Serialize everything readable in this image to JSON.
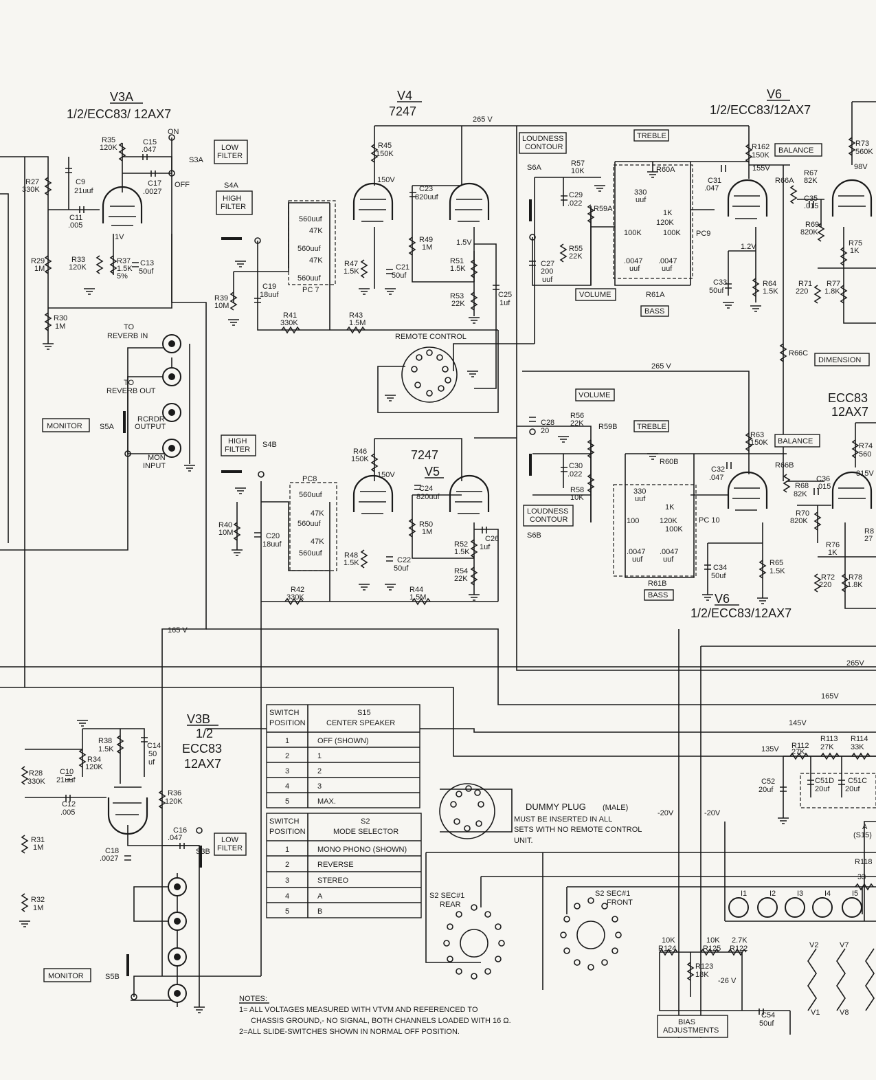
{
  "tubes": {
    "v3a": {
      "name": "V3A",
      "type": "1/2/ECC83/ 12AX7"
    },
    "v4": {
      "name": "V4",
      "type": "7247"
    },
    "v6_top": {
      "name": "V6",
      "type": "1/2/ECC83/12AX7"
    },
    "v5": {
      "name": "V5",
      "type": "7247"
    },
    "v6_bottom": {
      "name": "V6",
      "type": "1/2/ECC83/12AX7"
    },
    "v3b": {
      "name": "V3B",
      "line1": "1/2",
      "line2": "ECC83",
      "line3": "12AX7"
    },
    "right": {
      "line1": "ECC83",
      "line2": "12AX7"
    }
  },
  "boxes": {
    "low_filter_a": [
      "LOW",
      "FILTER"
    ],
    "high_filter_a": [
      "HIGH",
      "FILTER"
    ],
    "high_filter_b": [
      "HIGH",
      "FILTER"
    ],
    "low_filter_b": [
      "LOW",
      "FILTER"
    ],
    "loudness_a": [
      "LOUDNESS",
      "CONTOUR"
    ],
    "loudness_b": [
      "LOUDNESS",
      "CONTOUR"
    ],
    "treble_a": "TREBLE",
    "treble_b": "TREBLE",
    "volume_a": "VOLUME",
    "volume_b": "VOLUME",
    "bass_a": "BASS",
    "bass_b": "BASS",
    "balance_a": "BALANCE",
    "balance_b": "BALANCE",
    "dimension": "DIMENSION",
    "monitor_a": "MONITOR",
    "monitor_b": "MONITOR",
    "bias": [
      "BIAS",
      "ADJUSTMENTS"
    ]
  },
  "voltages": {
    "v265a": "265 V",
    "v265b": "265 V",
    "v265c": "265V",
    "v165a": "165 V",
    "v165b": "165V",
    "v145": "145V",
    "v135": "135V",
    "v150a": "150V",
    "v150b": "150V",
    "v155": "155V",
    "v98": "98V",
    "v315": "315V",
    "v15": "1.5V",
    "v12": "1.2V",
    "v1": "1V",
    "m20a": "-20V",
    "m20b": "-20V",
    "m26": "-26 V"
  },
  "labels": {
    "r35": [
      "R35",
      "120K"
    ],
    "c15": [
      "C15",
      ".047"
    ],
    "c17": [
      "C17",
      ".0027"
    ],
    "s3a": "S3A",
    "on_a": "ON",
    "off_a": "OFF",
    "r27": [
      "R27",
      "330K"
    ],
    "c9": [
      "C9",
      "21uuf"
    ],
    "c11": [
      "C11",
      ".005"
    ],
    "r29": [
      "R29",
      "1M"
    ],
    "r33": [
      "R33",
      "120K"
    ],
    "r37": [
      "R37",
      "1.5K",
      "5%"
    ],
    "c13": [
      "C13",
      "50uf"
    ],
    "r30": [
      "R30",
      "1M"
    ],
    "s4a": "S4A",
    "r39": [
      "R39",
      "10M"
    ],
    "c19": [
      "C19",
      "18uuf"
    ],
    "pc7": "PC 7",
    "r41": [
      "R41",
      "330K"
    ],
    "r43": [
      "R43",
      "1.5M"
    ],
    "pc7_parts": [
      "560uuf",
      "47K",
      "560uuf",
      "47K",
      "560uuf"
    ],
    "r45": [
      "R45",
      "150K"
    ],
    "c23": [
      "C23",
      "820uuf"
    ],
    "r49": [
      "R49",
      "1M"
    ],
    "r47": [
      "R47",
      "1.5K"
    ],
    "c21": [
      "C21",
      "50uf"
    ],
    "r51": [
      "R51",
      "1.5K"
    ],
    "r53": [
      "R53",
      "22K"
    ],
    "c25": [
      "C25",
      "1uf"
    ],
    "remote": "REMOTE CONTROL",
    "to_rev_in": [
      "TO",
      "REVERB IN"
    ],
    "to_rev_out": [
      "TO",
      "REVERB OUT"
    ],
    "rcrdr": [
      "RCRDR",
      "OUTPUT"
    ],
    "mon_in": [
      "MON",
      "INPUT"
    ],
    "s5a": "S5A",
    "s5b": "S5B",
    "s6a": "S6A",
    "s6b": "S6B",
    "r57": [
      "R57",
      "10K"
    ],
    "c29": [
      "C29",
      ".022"
    ],
    "r59a": "R59A",
    "r55": [
      "R55",
      "22K"
    ],
    "c27": [
      "C27",
      "200",
      "uuf"
    ],
    "r60a": "R60A",
    "r61a": "R61A",
    "pc9": "PC9",
    "pc10": "PC 10",
    "c31": [
      "C31",
      ".047"
    ],
    "r162": [
      "R162",
      "150K"
    ],
    "r66a": "R66A",
    "r67": [
      "R67",
      "82K"
    ],
    "c35": [
      "C35",
      ".015"
    ],
    "r69": [
      "R69",
      "820K"
    ],
    "c33": [
      "C33",
      "50uf"
    ],
    "r64": [
      "R64",
      "1.5K"
    ],
    "r73": [
      "R73",
      "560K"
    ],
    "r75": [
      "R75",
      "1K"
    ],
    "r71": [
      "R71",
      "220"
    ],
    "r77": [
      "R77",
      "1.8K"
    ],
    "r66c": "R66C",
    "pc9_parts": [
      "330",
      "uuf",
      "1K",
      "120K",
      "100K",
      "100K",
      ".0047",
      "uuf",
      ".0047",
      "uuf"
    ],
    "c28": [
      "C28",
      "20"
    ],
    "r56": [
      "R56",
      "22K"
    ],
    "r59b": "R59B",
    "c30": [
      "C30",
      ".022"
    ],
    "r58": [
      "R58",
      "10K"
    ],
    "r60b": "R60B",
    "r61b": "R61B",
    "r63": [
      "R63",
      "150K"
    ],
    "c32": [
      "C32",
      ".047"
    ],
    "r66b": "R66B",
    "r68": [
      "R68",
      "82K"
    ],
    "c36": [
      "C36",
      ".015"
    ],
    "r70": [
      "R70",
      "820K"
    ],
    "r65": [
      "R65",
      "1.5K"
    ],
    "c34": [
      "C34",
      "50uf"
    ],
    "r74": [
      "R74",
      "560"
    ],
    "r76": [
      "R76",
      "1K"
    ],
    "r72": [
      "R72",
      "220"
    ],
    "r78": [
      "R78",
      "1.8K"
    ],
    "r8x": [
      "R8",
      "27"
    ],
    "pc10_parts": [
      "330",
      "uuf",
      "1K",
      "120K",
      "100K",
      "100",
      ".0047",
      "uuf",
      ".0047",
      "uuf"
    ],
    "s4b": "S4B",
    "r40": [
      "R40",
      "10M"
    ],
    "c20": [
      "C20",
      "18uuf"
    ],
    "pc8": "PC8",
    "pc8_parts": [
      "560uuf",
      "47K",
      "560uuf",
      "47K",
      "560uuf"
    ],
    "r42": [
      "R42",
      "330K"
    ],
    "r44": [
      "R44",
      "1.5M"
    ],
    "r46": [
      "R46",
      "150K"
    ],
    "c24": [
      "C24",
      "820uuf"
    ],
    "r50": [
      "R50",
      "1M"
    ],
    "r48": [
      "R48",
      "1.5K"
    ],
    "c22": [
      "C22",
      "50uf"
    ],
    "r52": [
      "R52",
      "1.5K"
    ],
    "r54": [
      "R54",
      "22K"
    ],
    "c26": [
      "C26",
      "1uf"
    ],
    "r38": [
      "R38",
      "1.5K"
    ],
    "r34": [
      "R34",
      "120K"
    ],
    "c14": [
      "C14",
      "50",
      "uf"
    ],
    "r28": [
      "R28",
      "330K"
    ],
    "c10": [
      "C10",
      "21uuf"
    ],
    "c12": [
      "C12",
      ".005"
    ],
    "r36": [
      "R36",
      "120K"
    ],
    "c16": [
      "C16",
      ".047"
    ],
    "c18": [
      "C18",
      ".0027"
    ],
    "r31": [
      "R31",
      "1M"
    ],
    "r32": [
      "R32",
      "1M"
    ],
    "s3b": "S3B",
    "r112": [
      "R112",
      "27K"
    ],
    "r113": [
      "R113",
      "27K"
    ],
    "r114": [
      "R114",
      "33K"
    ],
    "c52": [
      "C52",
      "20uf"
    ],
    "c51d": [
      "C51D",
      "20uf"
    ],
    "c51c": [
      "C51C",
      "20uf"
    ],
    "s15a": [
      "A",
      "(S15)"
    ],
    "r118": [
      "R118",
      "33"
    ],
    "dummy": [
      "DUMMY PLUG",
      "(MALE)"
    ],
    "dummy_note": [
      "MUST BE INSERTED IN ALL",
      "SETS WITH NO REMOTE CONTROL",
      "UNIT."
    ],
    "s2_rear": [
      "S2 SEC#1",
      "REAR"
    ],
    "s2_front": [
      "S2 SEC#1",
      "FRONT"
    ],
    "lamps": [
      "I1",
      "I2",
      "I3",
      "I4",
      "I5"
    ],
    "r124": [
      "10K",
      "R124"
    ],
    "r125": [
      "10K",
      "R125"
    ],
    "r122": [
      "2.7K",
      "R122"
    ],
    "r123": [
      "R123",
      "18K"
    ],
    "c54": [
      "C54",
      "50uf"
    ],
    "heaters": [
      "V2",
      "V7",
      "V1",
      "V8"
    ]
  },
  "table_s15": {
    "h1": [
      "SWITCH",
      "POSITION"
    ],
    "h2": [
      "S15",
      "CENTER SPEAKER"
    ],
    "rows": [
      [
        "1",
        "OFF (SHOWN)"
      ],
      [
        "2",
        "1"
      ],
      [
        "3",
        "2"
      ],
      [
        "4",
        "3"
      ],
      [
        "5",
        "MAX."
      ]
    ]
  },
  "table_s2": {
    "h1": [
      "SWITCH",
      "POSITION"
    ],
    "h2": [
      "S2",
      "MODE SELECTOR"
    ],
    "rows": [
      [
        "1",
        "MONO PHONO (SHOWN)"
      ],
      [
        "2",
        "REVERSE"
      ],
      [
        "3",
        "STEREO"
      ],
      [
        "4",
        "A"
      ],
      [
        "5",
        "B"
      ]
    ]
  },
  "notes": {
    "title": "NOTES:",
    "n1a": "1= ALL VOLTAGES MEASURED WITH VTVM AND REFERENCED TO",
    "n1b": "CHASSIS GROUND,- NO SIGNAL, BOTH CHANNELS LOADED WITH 16 Ω.",
    "n2": "2=ALL SLIDE-SWITCHES SHOWN IN NORMAL OFF POSITION."
  }
}
